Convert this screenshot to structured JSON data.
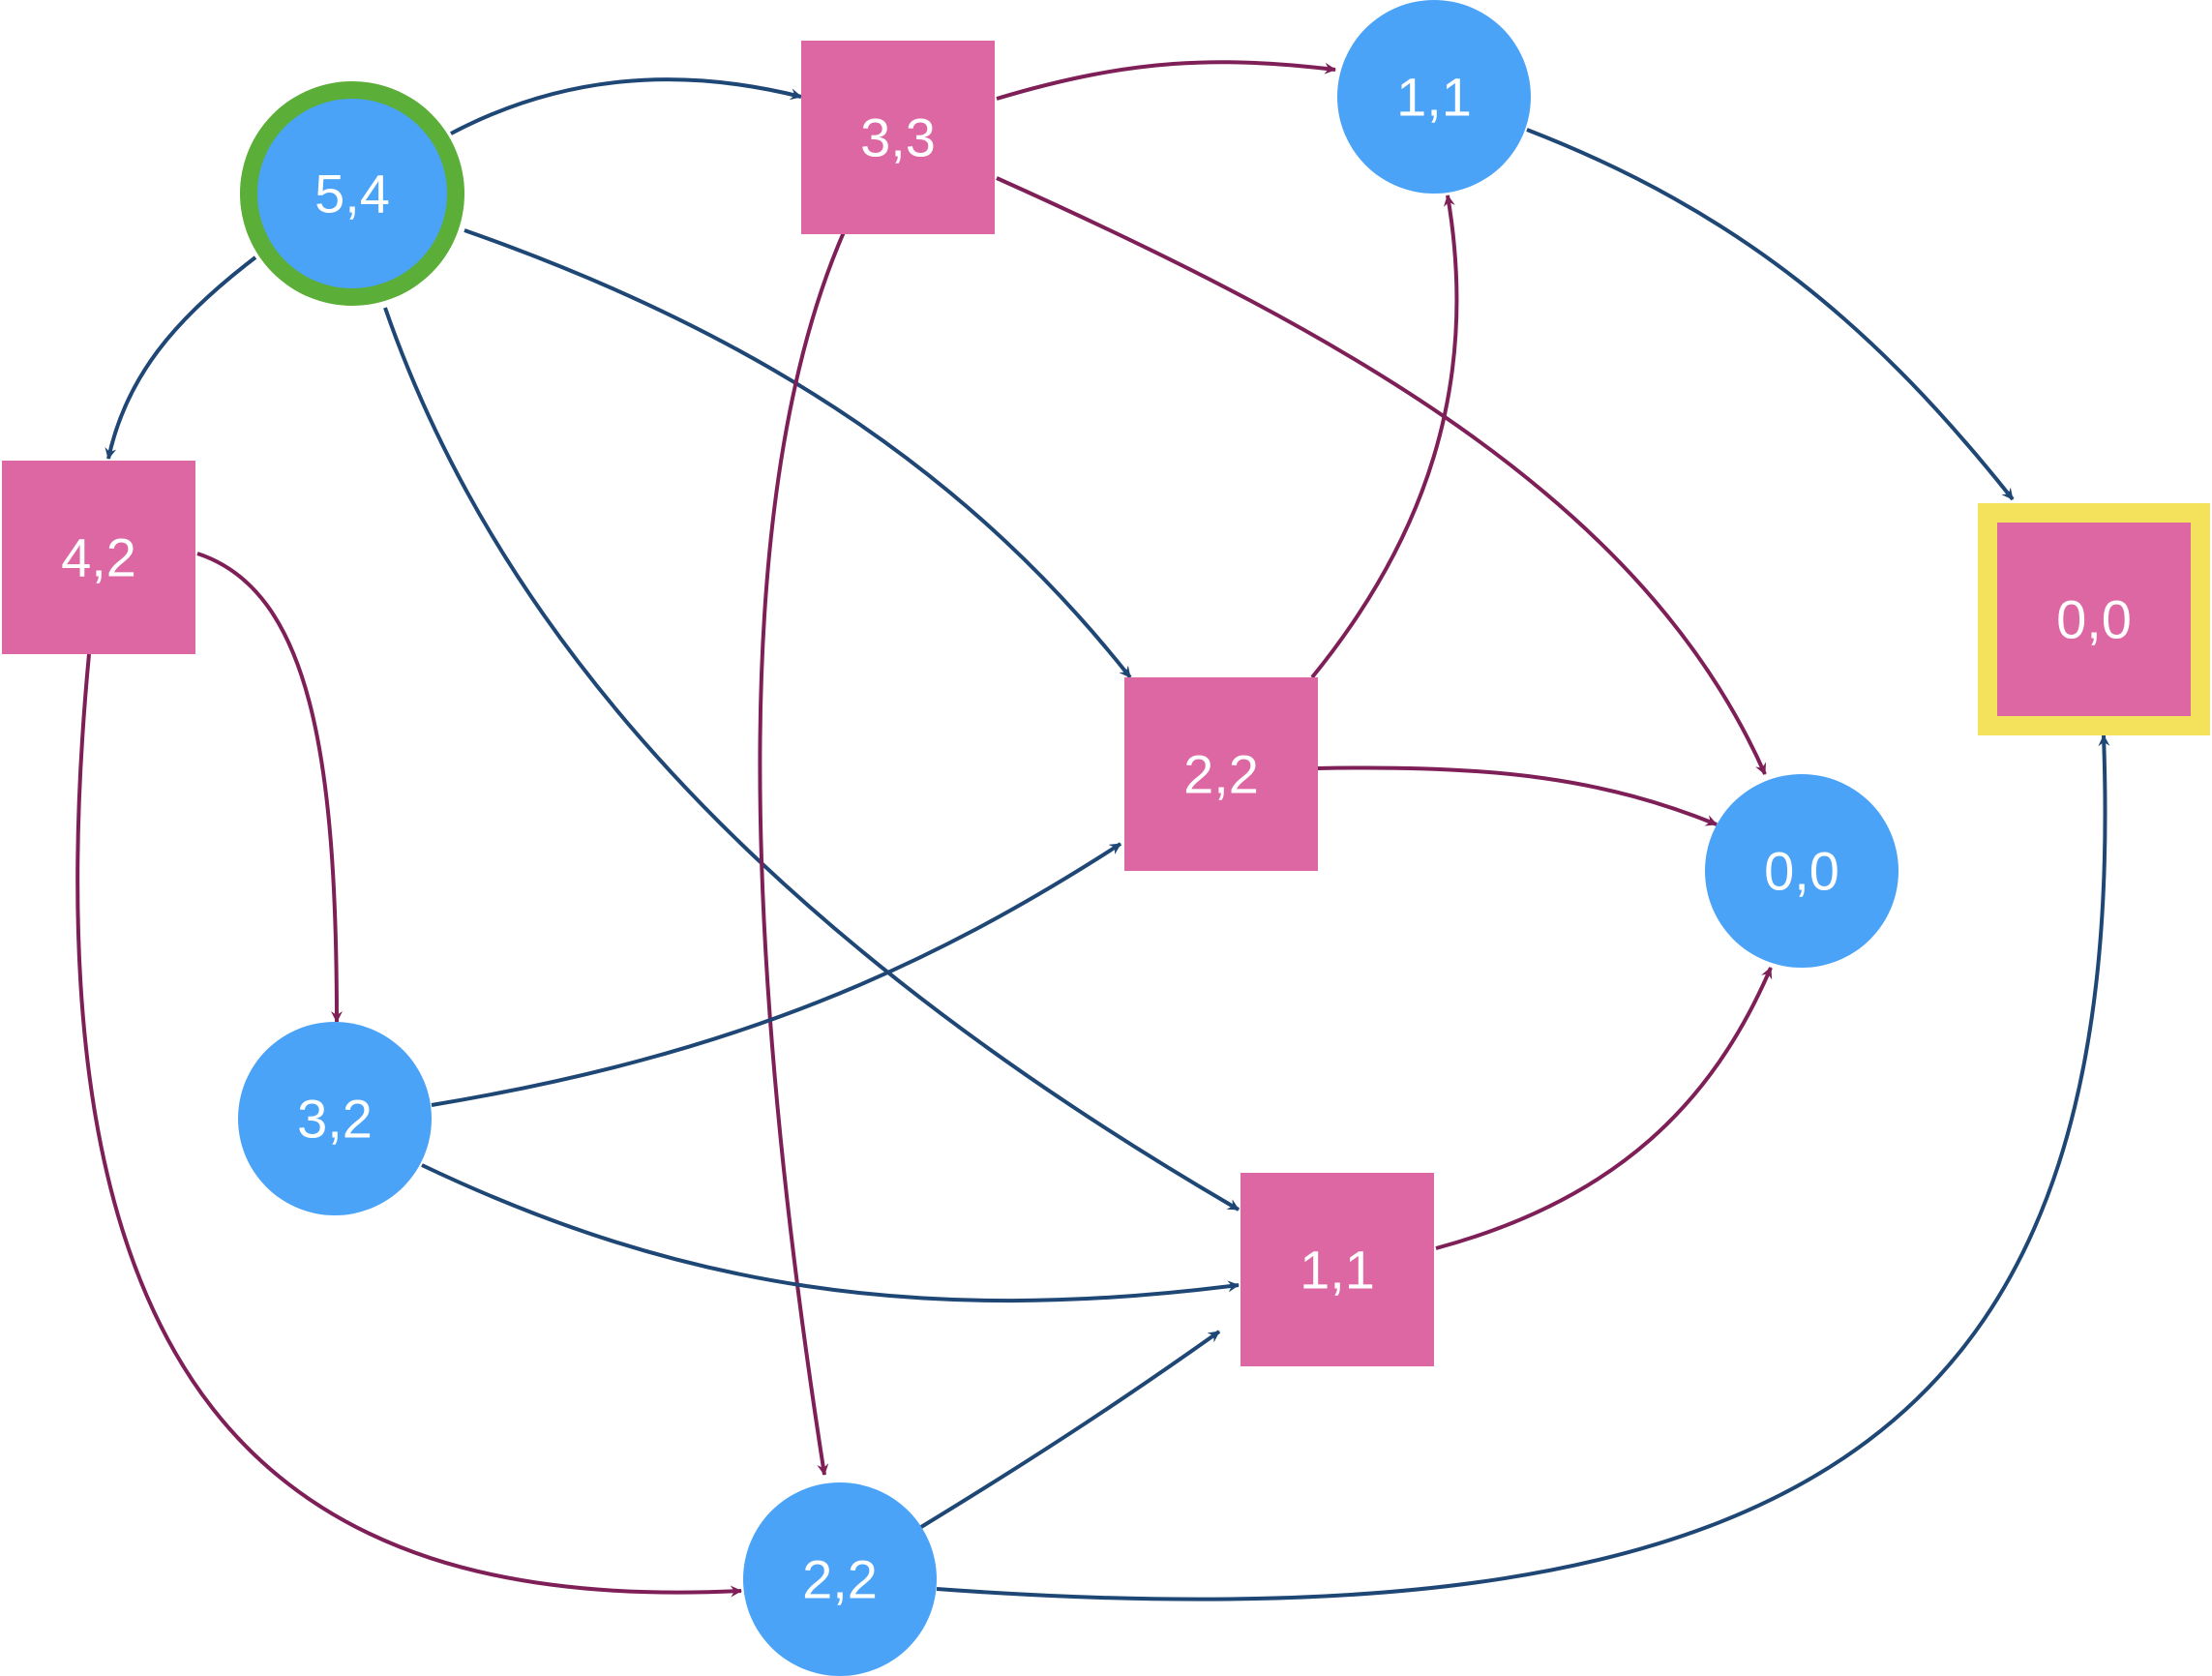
{
  "colors": {
    "circle_fill": "#4BA3F8",
    "square_fill": "#DD67A3",
    "edge_blue": "#1F4775",
    "edge_purple": "#7E2057",
    "start_ring": "#5BAE37",
    "goal_frame": "#F4E15C"
  },
  "nodes": [
    {
      "id": "n54",
      "label": "5,4",
      "shape": "circle",
      "highlight": "start"
    },
    {
      "id": "s33",
      "label": "3,3",
      "shape": "square"
    },
    {
      "id": "c11top",
      "label": "1,1",
      "shape": "circle"
    },
    {
      "id": "s42",
      "label": "4,2",
      "shape": "square"
    },
    {
      "id": "s00goal",
      "label": "0,0",
      "shape": "square",
      "highlight": "goal"
    },
    {
      "id": "s22",
      "label": "2,2",
      "shape": "square"
    },
    {
      "id": "c00",
      "label": "0,0",
      "shape": "circle"
    },
    {
      "id": "c32",
      "label": "3,2",
      "shape": "circle"
    },
    {
      "id": "s11",
      "label": "1,1",
      "shape": "square"
    },
    {
      "id": "c22",
      "label": "2,2",
      "shape": "circle"
    }
  ],
  "edges": [
    {
      "from": "n54",
      "to": "s33",
      "color": "edge_blue"
    },
    {
      "from": "n54",
      "to": "s42",
      "color": "edge_blue"
    },
    {
      "from": "n54",
      "to": "s22",
      "color": "edge_blue"
    },
    {
      "from": "n54",
      "to": "s11",
      "color": "edge_blue"
    },
    {
      "from": "s33",
      "to": "c11top",
      "color": "edge_purple"
    },
    {
      "from": "s33",
      "to": "c00",
      "color": "edge_purple"
    },
    {
      "from": "s33",
      "to": "c22",
      "color": "edge_purple"
    },
    {
      "from": "c11top",
      "to": "s00goal",
      "color": "edge_blue"
    },
    {
      "from": "s42",
      "to": "c32",
      "color": "edge_purple"
    },
    {
      "from": "s42",
      "to": "c22",
      "color": "edge_purple"
    },
    {
      "from": "s22",
      "to": "c11top",
      "color": "edge_purple"
    },
    {
      "from": "s22",
      "to": "c00",
      "color": "edge_purple"
    },
    {
      "from": "c32",
      "to": "s22",
      "color": "edge_blue"
    },
    {
      "from": "c32",
      "to": "s11",
      "color": "edge_blue"
    },
    {
      "from": "s11",
      "to": "c00",
      "color": "edge_purple"
    },
    {
      "from": "c22",
      "to": "s11",
      "color": "edge_blue"
    },
    {
      "from": "c22",
      "to": "s00goal",
      "color": "edge_blue"
    }
  ]
}
